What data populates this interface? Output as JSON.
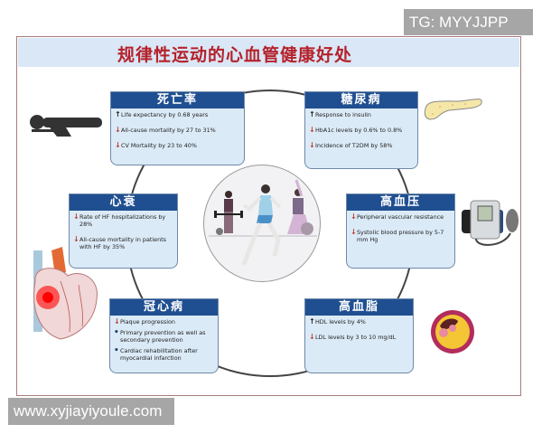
{
  "watermarks": {
    "top": "TG: MYYJJPP",
    "bottom": "www.xyjiayiyoule.com"
  },
  "figure": {
    "title": "规律性运动的心血管健康好处",
    "center_illustration": "exercise-people-illustration",
    "boxes": [
      {
        "id": "mortality",
        "title": "死亡率",
        "illustration": "lying-person-icon",
        "items": [
          {
            "marker": "up",
            "text": "Life expectancy by 0.68 years"
          },
          {
            "marker": "down",
            "text": "All-cause mortality by 27 to 31%"
          },
          {
            "marker": "down",
            "text": "CV Mortality by 23 to 40%"
          }
        ]
      },
      {
        "id": "diabetes",
        "title": "糖尿病",
        "illustration": "pancreas-icon",
        "items": [
          {
            "marker": "up",
            "text": "Response to insulin"
          },
          {
            "marker": "down",
            "text": "HbA1c levels by 0.6% to 0.8%"
          },
          {
            "marker": "down",
            "text": "Incidence of T2DM by 58%"
          }
        ]
      },
      {
        "id": "heart-failure",
        "title": "心衰",
        "illustration": "heart-icon",
        "items": [
          {
            "marker": "down",
            "text": "Rate of HF hospitalizations by 28%"
          },
          {
            "marker": "down",
            "text": "All-cause mortality in patients with HF by 35%"
          }
        ]
      },
      {
        "id": "hypertension",
        "title": "高血压",
        "illustration": "blood-pressure-monitor-icon",
        "items": [
          {
            "marker": "down",
            "text": "Peripheral vascular resistance"
          },
          {
            "marker": "down",
            "text": "Systolic blood pressure by 5-7 mm Hg"
          }
        ]
      },
      {
        "id": "coronary-disease",
        "title": "冠心病",
        "items": [
          {
            "marker": "down",
            "text": "Plaque progression"
          },
          {
            "marker": "dot",
            "text": "Primary prevention as well as secondary prevention"
          },
          {
            "marker": "dot",
            "text": "Cardiac rehabilitation after myocardial infarction"
          }
        ]
      },
      {
        "id": "hyperlipidemia",
        "title": "高血脂",
        "illustration": "artery-plaque-icon",
        "items": [
          {
            "marker": "up",
            "text": "HDL levels by 4%"
          },
          {
            "marker": "down",
            "text": "LDL levels by 3 to 10 mg/dL"
          }
        ]
      }
    ],
    "markers": {
      "up": "↑",
      "down": "↓",
      "dot": "•"
    },
    "colors": {
      "title_red": "#b5212b",
      "header_blue": "#1f4f91",
      "box_fill": "#dbeaf7",
      "title_band": "#d9e7f6",
      "down_arrow": "#c0392b",
      "frame_border": "#a87a7c"
    }
  }
}
